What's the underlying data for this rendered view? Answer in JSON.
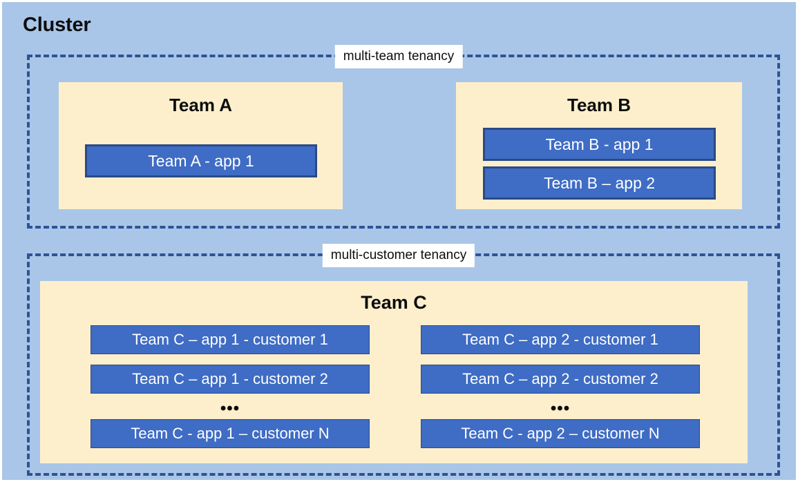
{
  "diagram": {
    "title": "Cluster",
    "background_color": "#A9C6E8",
    "zone_border_color": "#2E5395",
    "team_box_color": "#FDEFCC",
    "app_box_color": "#3F6CC4",
    "app_box_border_color": "#2A4A86"
  },
  "zones": [
    {
      "id": "multi-team",
      "label": "multi-team tenancy"
    },
    {
      "id": "multi-customer",
      "label": "multi-customer tenancy"
    }
  ],
  "teams": {
    "a": {
      "title": "Team A",
      "apps": [
        {
          "label": "Team A - app 1"
        }
      ]
    },
    "b": {
      "title": "Team B",
      "apps": [
        {
          "label": "Team B - app 1"
        },
        {
          "label": "Team B – app 2"
        }
      ]
    },
    "c": {
      "title": "Team C",
      "ellipsis": "•••",
      "columns": [
        {
          "id": "app-1",
          "apps": [
            {
              "label": "Team C – app 1 - customer 1"
            },
            {
              "label": "Team C – app 1 - customer 2"
            },
            {
              "label": "Team C - app 1 – customer N"
            }
          ]
        },
        {
          "id": "app-2",
          "apps": [
            {
              "label": "Team C – app 2 - customer 1"
            },
            {
              "label": "Team C – app 2 - customer 2"
            },
            {
              "label": "Team C - app 2 – customer N"
            }
          ]
        }
      ]
    }
  }
}
